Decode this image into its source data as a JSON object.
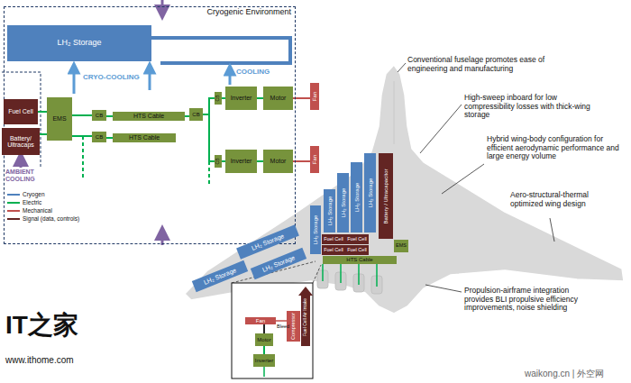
{
  "diagram": {
    "nodes": [
      {
        "text": [
          "Cryogenic Environment"
        ]
      },
      {
        "text": [
          "LH₂ Storage"
        ],
        "in": 0
      },
      {
        "text": [
          "Fuel Cell"
        ],
        "in": 0
      },
      {
        "text": [
          "Battery/ Ultracaps"
        ],
        "in": 0
      },
      {
        "text": [
          "EMS"
        ],
        "in": 0
      },
      {
        "text": [
          "CB"
        ],
        "in": 0
      },
      {
        "text": [
          "CB"
        ],
        "in": 0
      },
      {
        "text": [
          "HTS Cable"
        ],
        "in": 0
      },
      {
        "text": [
          "HTS Cable"
        ],
        "in": 0
      },
      {
        "text": [
          "CB"
        ],
        "in": 0
      },
      {
        "text": [
          "CB"
        ],
        "in": 0
      },
      {
        "text": [
          "Inverter"
        ],
        "in": 0
      },
      {
        "text": [
          "Motor"
        ],
        "in": 0
      },
      {
        "text": [
          "CB"
        ],
        "in": 0
      },
      {
        "text": [
          "Inverter"
        ],
        "in": 0
      },
      {
        "text": [
          "Motor"
        ],
        "in": 0
      },
      {
        "text": [
          "Fan"
        ]
      },
      {
        "text": [
          "Fan"
        ]
      },
      {
        "text": [
          "LH₂ Storage"
        ]
      },
      {
        "text": [
          "LH₂ Storage"
        ]
      },
      {
        "text": [
          "LH₂ Storage"
        ]
      },
      {
        "text": [
          "LH₂ Storage"
        ]
      },
      {
        "text": [
          "LH₂ Storage"
        ]
      },
      {
        "text": [
          "LH₂ Storage"
        ]
      },
      {
        "text": [
          "LH₂ Storage"
        ]
      },
      {
        "text": [
          "LH₂ Storage"
        ]
      },
      {
        "text": [
          "Fuel Cell"
        ]
      },
      {
        "text": [
          "Fuel Cell"
        ]
      },
      {
        "text": [
          "Fuel Cell"
        ]
      },
      {
        "text": [
          "Fuel Cell"
        ]
      },
      {
        "text": [
          "Battery / Ultracapacitor"
        ]
      },
      {
        "text": [
          "EMS"
        ]
      },
      {
        "text": [
          "HTS Cable"
        ]
      },
      {
        "text": [
          "Fan"
        ]
      },
      {
        "text": [
          "Compressor"
        ]
      },
      {
        "text": [
          "Motor"
        ]
      },
      {
        "text": [
          "Inverter"
        ]
      }
    ],
    "edges": [
      {
        "from": 2,
        "to": 4,
        "arrow": "none"
      },
      {
        "from": 3,
        "to": 4,
        "arrow": "none"
      },
      {
        "from": 4,
        "to": 5,
        "arrow": "none"
      },
      {
        "from": 4,
        "to": 6,
        "arrow": "none"
      },
      {
        "from": 5,
        "to": 7,
        "arrow": "none"
      },
      {
        "from": 6,
        "to": 8,
        "arrow": "none"
      },
      {
        "from": 7,
        "to": 9,
        "arrow": "none"
      },
      {
        "from": 9,
        "to": 10,
        "arrow": "none"
      },
      {
        "from": 10,
        "to": 11,
        "arrow": "none"
      },
      {
        "from": 11,
        "to": 12,
        "arrow": "none"
      },
      {
        "from": 12,
        "to": 16,
        "arrow": "none"
      },
      {
        "from": 9,
        "to": 13,
        "arrow": "none"
      },
      {
        "from": 13,
        "to": 14,
        "arrow": "none"
      },
      {
        "from": 14,
        "to": 15,
        "arrow": "none"
      },
      {
        "from": 15,
        "to": 17,
        "arrow": "none"
      },
      {
        "from": 36,
        "to": 35,
        "arrow": "none"
      },
      {
        "from": 35,
        "to": 33,
        "arrow": "none"
      }
    ],
    "labels": [
      "CRYO-COOLING",
      "COOLING",
      "AMBIENT COOLING",
      "Conventional fuselage promotes ease of engineering and manufacturing",
      "High-sweep inboard for low compressibility losses with thick-wing storage",
      "Hybrid wing-body configuration for efficient aerodynamic performance and large energy volume",
      "Aero-structural-thermal optimized wing design",
      "Propulsion-airframe integration provides BLI propulsive efficiency improvements, noise shielding",
      "Bleed",
      "Fuel Cell Air Intake",
      "IT之家",
      "www.ithome.com",
      "waikong.cn | 外空网"
    ],
    "legend": [
      {
        "text": "Cryogen",
        "color": "#4f81bd"
      },
      {
        "text": "Electric",
        "color": "#00b050"
      },
      {
        "text": "Mechanical",
        "color": "#c0504d"
      },
      {
        "text": "Signal (data, controls)",
        "color": "#632523"
      }
    ]
  }
}
